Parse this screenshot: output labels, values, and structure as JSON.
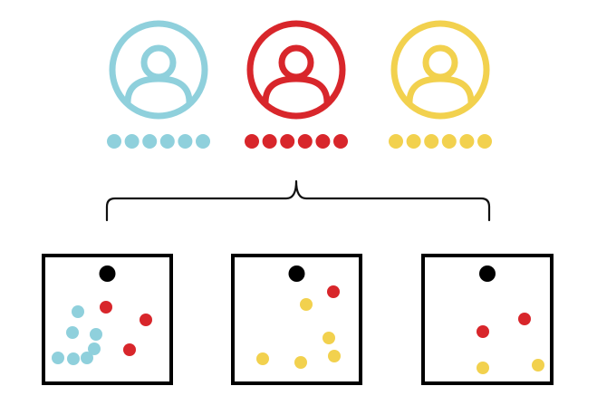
{
  "colors": {
    "cyan": "#8fd0dc",
    "red": "#d8262b",
    "yellow": "#f2d14e",
    "black": "#000000"
  },
  "users": [
    {
      "color": "cyan",
      "icon": "user-avatar-icon",
      "token_count": 6
    },
    {
      "color": "red",
      "icon": "user-avatar-icon",
      "token_count": 6
    },
    {
      "color": "yellow",
      "icon": "user-avatar-icon",
      "token_count": 6
    }
  ],
  "bracket": {
    "icon": "curly-bracket-icon"
  },
  "panels": [
    {
      "anchor": "black",
      "counts": {
        "cyan": 7,
        "red": 3,
        "yellow": 0
      }
    },
    {
      "anchor": "black",
      "counts": {
        "cyan": 0,
        "red": 1,
        "yellow": 5
      }
    },
    {
      "anchor": "black",
      "counts": {
        "cyan": 0,
        "red": 2,
        "yellow": 2
      }
    }
  ]
}
